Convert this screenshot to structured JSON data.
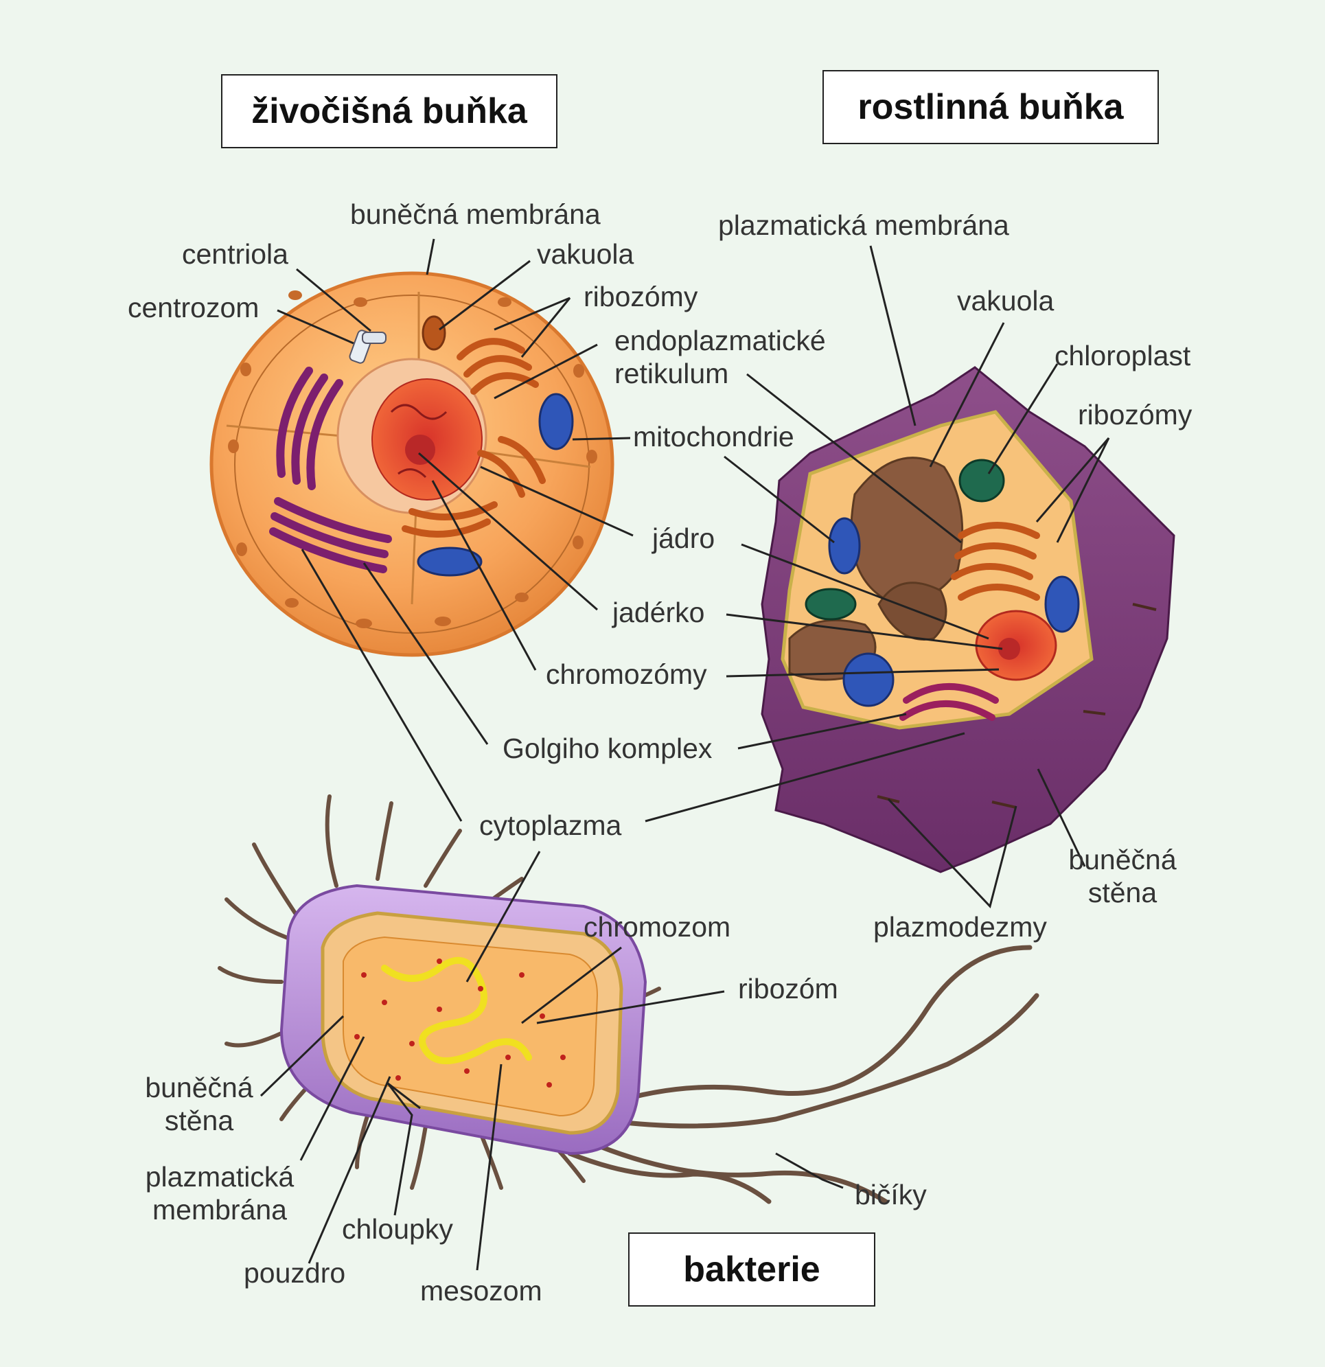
{
  "titles": {
    "animal": "živočišná buňka",
    "plant": "rostlinná buňka",
    "bacteria": "bakterie"
  },
  "animal_labels": {
    "cell_membrane": "buněčná membrána",
    "centriole": "centriola",
    "vacuole": "vakuola",
    "centrosome": "centrozom",
    "ribosomes": "ribozómy",
    "er_line1": "endoplazmatické",
    "er_line2": "retikulum",
    "mitochondria": "mitochondrie",
    "nucleus": "jádro",
    "nucleolus": "jadérko",
    "chromosomes": "chromozómy",
    "golgi": "Golgiho komplex",
    "cytoplasm": "cytoplazma"
  },
  "plant_labels": {
    "plasma_membrane": "plazmatická membrána",
    "vacuole": "vakuola",
    "chloroplast": "chloroplast",
    "ribosomes": "ribozómy",
    "cell_wall_line1": "buněčná",
    "cell_wall_line2": "stěna",
    "plasmodesmata": "plazmodezmy"
  },
  "bacteria_labels": {
    "chromosome": "chromozom",
    "ribosome": "ribozóm",
    "cell_wall_line1": "buněčná",
    "cell_wall_line2": "stěna",
    "plasma_membrane_line1": "plazmatická",
    "plasma_membrane_line2": "membrána",
    "pili": "chloupky",
    "capsule": "pouzdro",
    "mesosome": "mesozom",
    "flagella": "bičíky"
  }
}
